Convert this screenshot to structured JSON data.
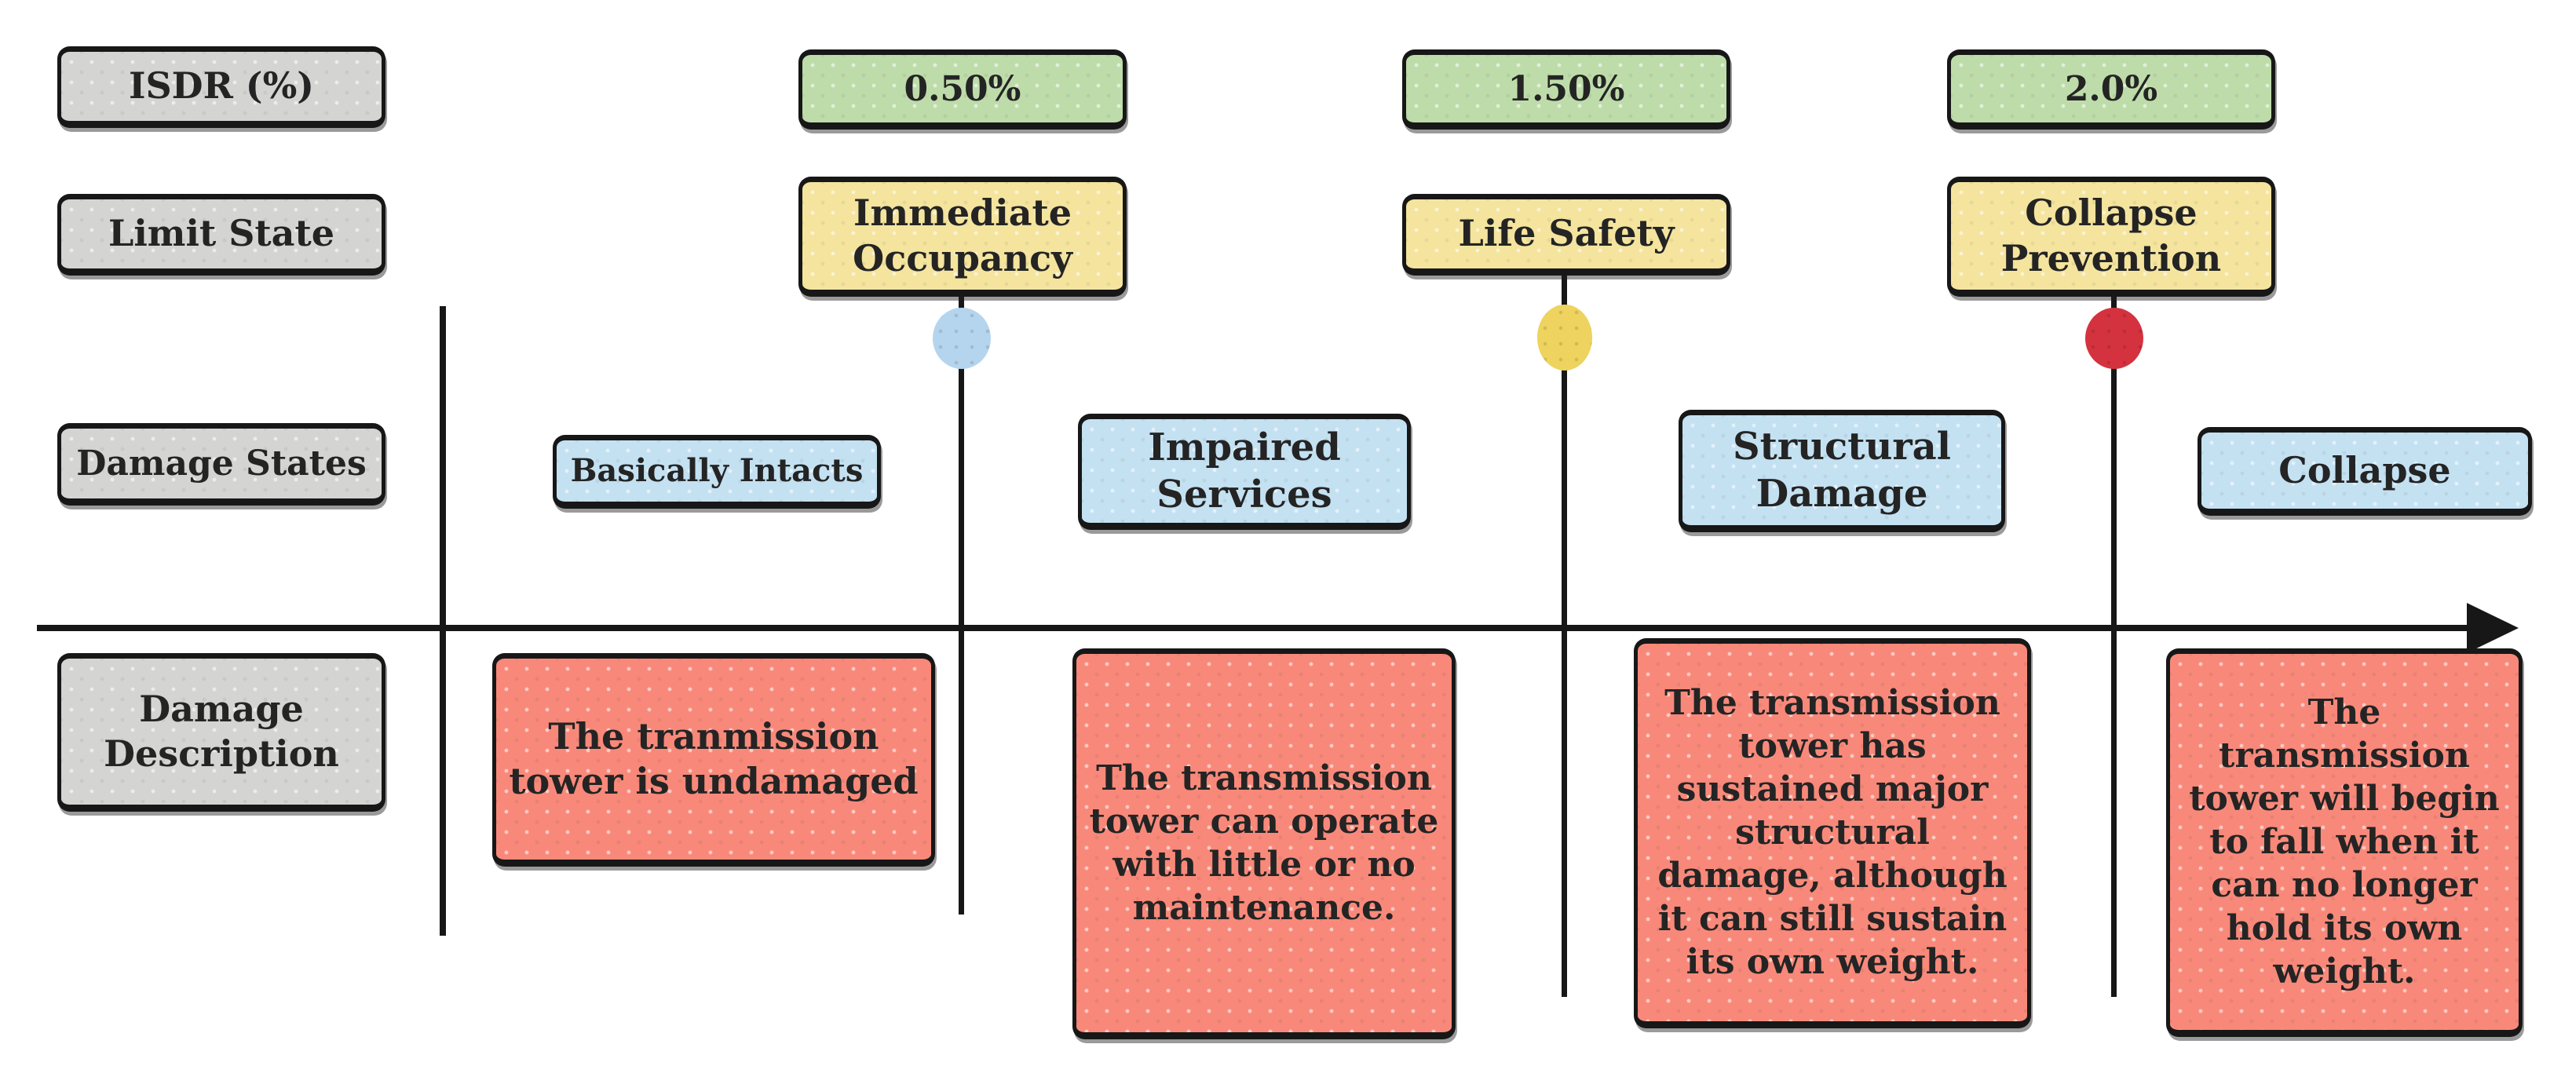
{
  "colors": {
    "gray": "#d4d4d2",
    "green": "#bedcaa",
    "yellow": "#f4e49e",
    "blue": "#c4e1f2",
    "salmon": "#f8897a",
    "marker_blue": "#b5d5ee",
    "marker_yellow": "#eed35e",
    "marker_red": "#d5323f",
    "line": "#171717"
  },
  "row_headers": {
    "isdr": "ISDR (%)",
    "limit_state": "Limit State",
    "damage_states": "Damage States",
    "damage_description": "Damage Description"
  },
  "isdr_values": [
    {
      "value": "0.50%"
    },
    {
      "value": "1.50%"
    },
    {
      "value": "2.0%"
    }
  ],
  "limit_states": [
    {
      "label": "Immediate Occupancy",
      "marker_color": "#b5d5ee"
    },
    {
      "label": "Life Safety",
      "marker_color": "#eed35e"
    },
    {
      "label": "Collapse Prevention",
      "marker_color": "#d5323f"
    }
  ],
  "damage_states": [
    {
      "label": "Basically Intacts"
    },
    {
      "label": "Impaired Services"
    },
    {
      "label": "Structural Damage"
    },
    {
      "label": "Collapse"
    }
  ],
  "damage_descriptions": [
    {
      "text": "The tranmission tower is undamaged"
    },
    {
      "text": "The transmission tower can operate with little or no maintenance."
    },
    {
      "text": "The transmission tower has sustained major structural damage, although it can still sustain its own weight."
    },
    {
      "text": "The transmission tower will begin to fall when it can no longer hold its own weight."
    }
  ]
}
